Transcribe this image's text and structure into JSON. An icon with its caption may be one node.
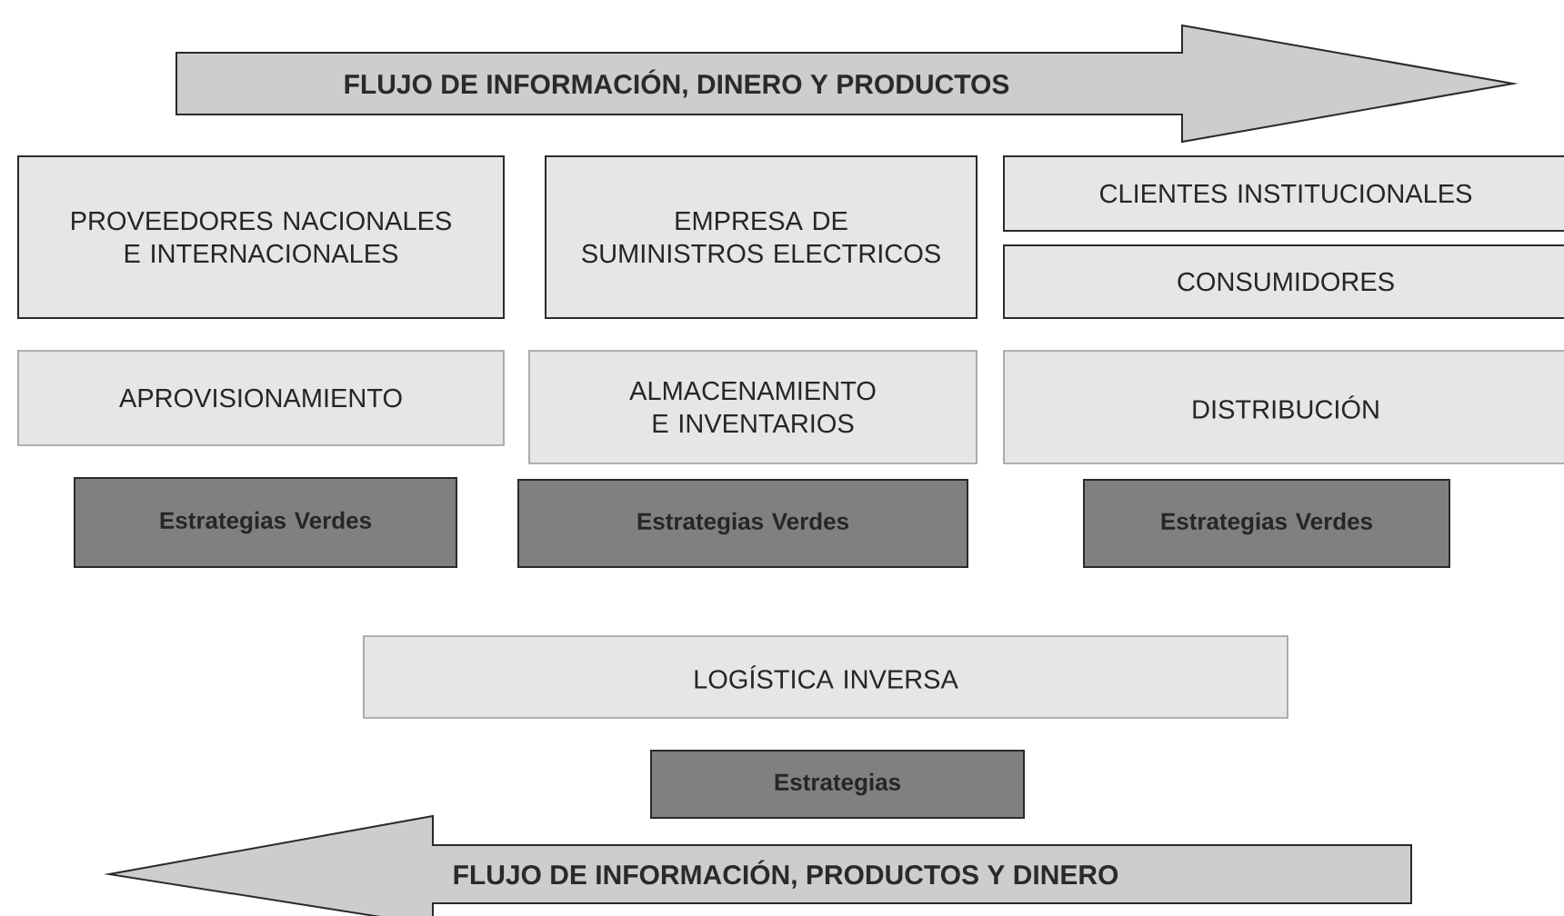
{
  "diagram": {
    "nodes": [
      {
        "text": [
          "FLUJO DE INFORMACIÓN, DINERO Y PRODUCTOS"
        ]
      },
      {
        "text": [
          "PROVEEDORES NACIONALES E INTERNACIONALES"
        ]
      },
      {
        "text": [
          "EMPRESA DE SUMINISTROS ELECTRICOS"
        ]
      },
      {
        "text": [
          "CLIENTES INSTITUCIONALES"
        ]
      },
      {
        "text": [
          "CONSUMIDORES"
        ]
      },
      {
        "text": [
          "APROVISIONAMIENTO"
        ]
      },
      {
        "text": [
          "ALMACENAMIENTO E INVENTARIOS"
        ]
      },
      {
        "text": [
          "DISTRIBUCIÓN"
        ]
      },
      {
        "text": [
          "Estrategias Verdes"
        ]
      },
      {
        "text": [
          "Estrategias Verdes"
        ]
      },
      {
        "text": [
          "Estrategias Verdes"
        ]
      },
      {
        "text": [
          "LOGÍSTICA INVERSA"
        ]
      },
      {
        "text": [
          "Estrategias"
        ]
      },
      {
        "text": [
          "FLUJO DE INFORMACIÓN, PRODUCTOS Y DINERO"
        ]
      }
    ]
  }
}
